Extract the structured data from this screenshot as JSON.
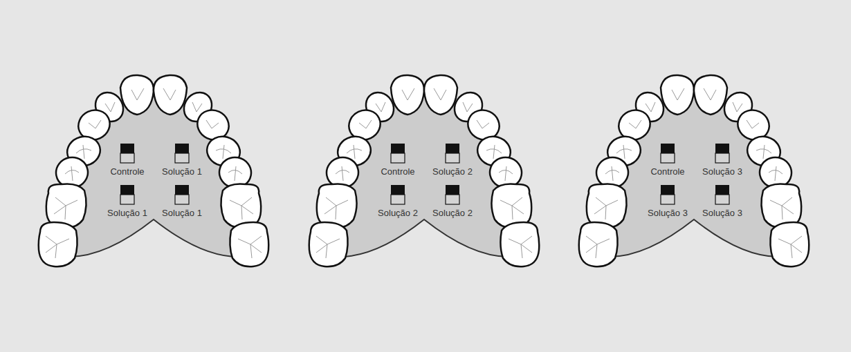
{
  "diagram": {
    "labels": [
      "Controle",
      "Solução 1",
      "Solução 1",
      "Solução 1",
      "Controle",
      "Solução 2",
      "Solução 2",
      "Solução 2",
      "Controle",
      "Solução 3",
      "Solução 3",
      "Solução 3"
    ]
  }
}
